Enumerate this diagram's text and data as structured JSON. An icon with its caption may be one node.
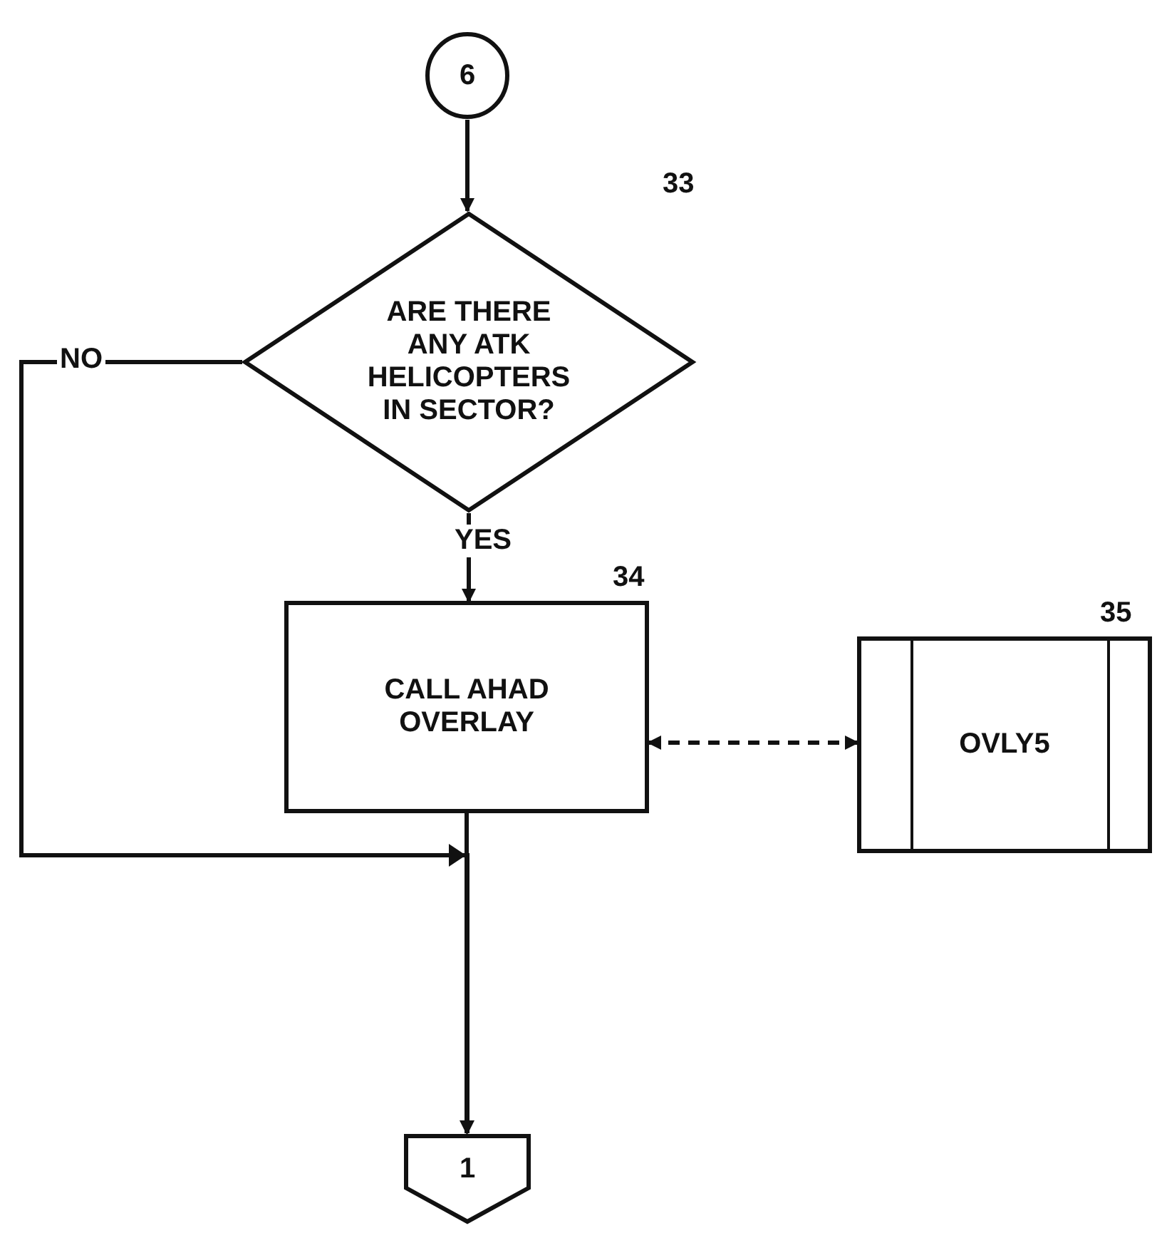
{
  "diagram": {
    "nodes": [
      {
        "text": [
          "6"
        ]
      },
      {
        "text": [
          "ARE THERE ANY ATK HELICOPTERS IN SECTOR?"
        ],
        "beside": [
          "33"
        ]
      },
      {
        "text": [
          "CALL AHAD OVERLAY"
        ],
        "beside": [
          "34"
        ]
      },
      {
        "text": [
          "OVLY5"
        ],
        "beside": [
          "35"
        ]
      },
      {
        "text": [
          "1"
        ]
      }
    ],
    "edges": [
      {
        "from": 0,
        "to": 1,
        "arrow": "to"
      },
      {
        "from": 1,
        "to": 2,
        "arrow": "to",
        "label": "YES"
      },
      {
        "from": 2,
        "to": 3,
        "arrow": "both",
        "style": "dashed"
      },
      {
        "from": 1,
        "to": 4,
        "arrow": "to",
        "label": "NO"
      },
      {
        "from": 2,
        "to": 4,
        "arrow": "to"
      }
    ]
  }
}
